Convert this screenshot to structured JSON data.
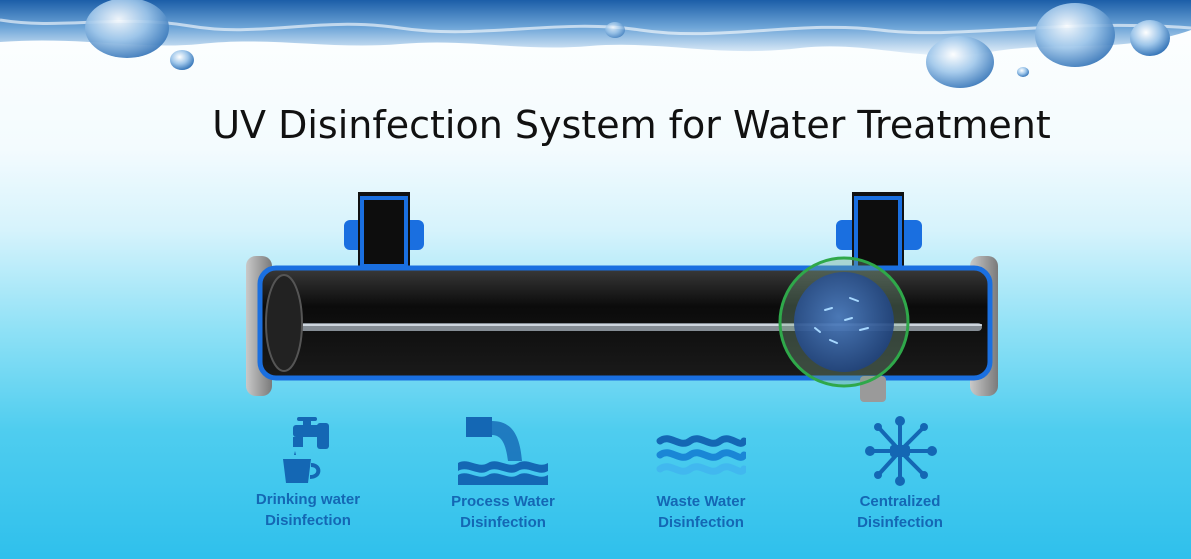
{
  "title": "UV Disinfection System for Water Treatment",
  "colors": {
    "accent_blue": "#1467b4",
    "water_light": "#4fcdef",
    "highlight_ring": "#2fa84a"
  },
  "applications": [
    {
      "label": "Drinking water\nDisinfection",
      "icon": "faucet-glass-icon"
    },
    {
      "label": "Process Water\nDisinfection",
      "icon": "pipe-outflow-icon"
    },
    {
      "label": "Waste Water\nDisinfection",
      "icon": "waves-icon"
    },
    {
      "label": "Centralized\nDisinfection",
      "icon": "network-hub-icon"
    }
  ]
}
